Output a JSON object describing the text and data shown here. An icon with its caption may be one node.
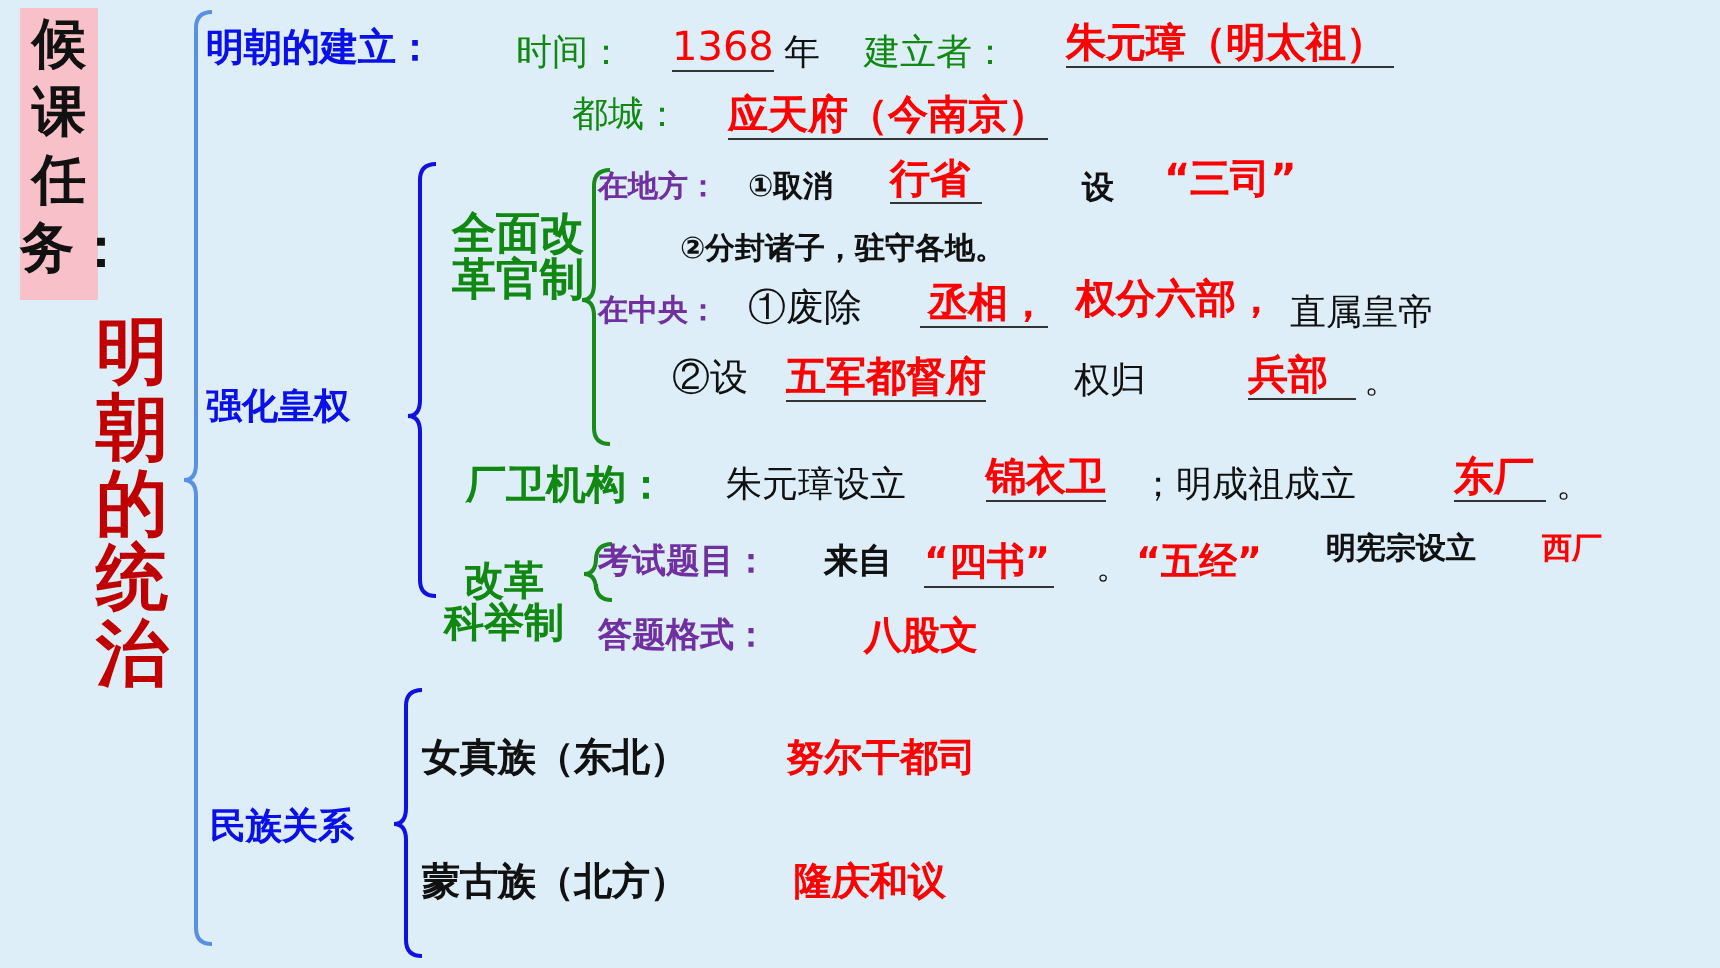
{
  "diagram": {
    "nodes": [
      {
        "text": [
          "候课任务："
        ]
      }
    ],
    "labels": [
      "明朝的统治",
      "明朝的建立：",
      "时间：",
      "1368",
      "年",
      "建立者：",
      "朱元璋（明太祖）",
      "都城：",
      "应天府（今南京）",
      "强化皇权",
      "全面改革官制",
      "在地方：",
      "①取消",
      "行省",
      "设",
      "“三司”",
      "②分封诸子，驻守各地。",
      "在中央：",
      "①废除",
      "丞相，",
      "权分六部，",
      "直属皇帝",
      "②设",
      "五军都督府",
      "权归",
      "兵部",
      "。",
      "厂卫机构：",
      "朱元璋设立",
      "锦衣卫",
      "；明成祖成立",
      "东厂",
      "。",
      "改革科举制",
      "考试题目：",
      "来自",
      "“四书”",
      "。",
      "“五经”",
      "明宪宗设立",
      "西厂",
      "答题格式：",
      "八股文",
      "民族关系",
      "女真族（东北）",
      "努尔干都司",
      "蒙古族（北方）",
      "隆庆和议"
    ]
  }
}
